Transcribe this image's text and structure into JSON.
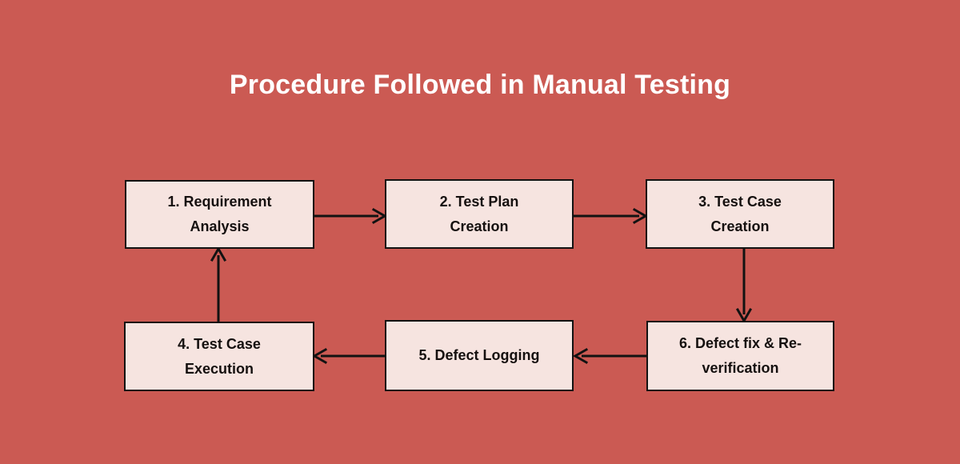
{
  "diagram": {
    "title": "Procedure Followed in Manual Testing",
    "background_color": "#cb5a53",
    "node_fill_color": "#f6e4e0",
    "node_border_color": "#121212",
    "title_color": "#ffffff",
    "text_color": "#15100f",
    "nodes": [
      {
        "id": "1",
        "line1": "1. Requirement",
        "line2": "Analysis"
      },
      {
        "id": "2",
        "line1": "2. Test Plan",
        "line2": "Creation"
      },
      {
        "id": "3",
        "line1": "3. Test Case",
        "line2": "Creation"
      },
      {
        "id": "4",
        "line1": "4. Test Case",
        "line2": "Execution"
      },
      {
        "id": "5",
        "line1": "5. Defect Logging",
        "line2": ""
      },
      {
        "id": "6",
        "line1": "6. Defect fix & Re-",
        "line2": "verification"
      }
    ],
    "edges": [
      {
        "id": "e1",
        "from": "1",
        "to": "2",
        "direction": "right"
      },
      {
        "id": "e2",
        "from": "2",
        "to": "3",
        "direction": "right"
      },
      {
        "id": "e3",
        "from": "3",
        "to": "6",
        "direction": "down"
      },
      {
        "id": "e4",
        "from": "6",
        "to": "5",
        "direction": "left"
      },
      {
        "id": "e5",
        "from": "5",
        "to": "4",
        "direction": "left"
      },
      {
        "id": "e6",
        "from": "4",
        "to": "1",
        "direction": "up"
      }
    ]
  }
}
